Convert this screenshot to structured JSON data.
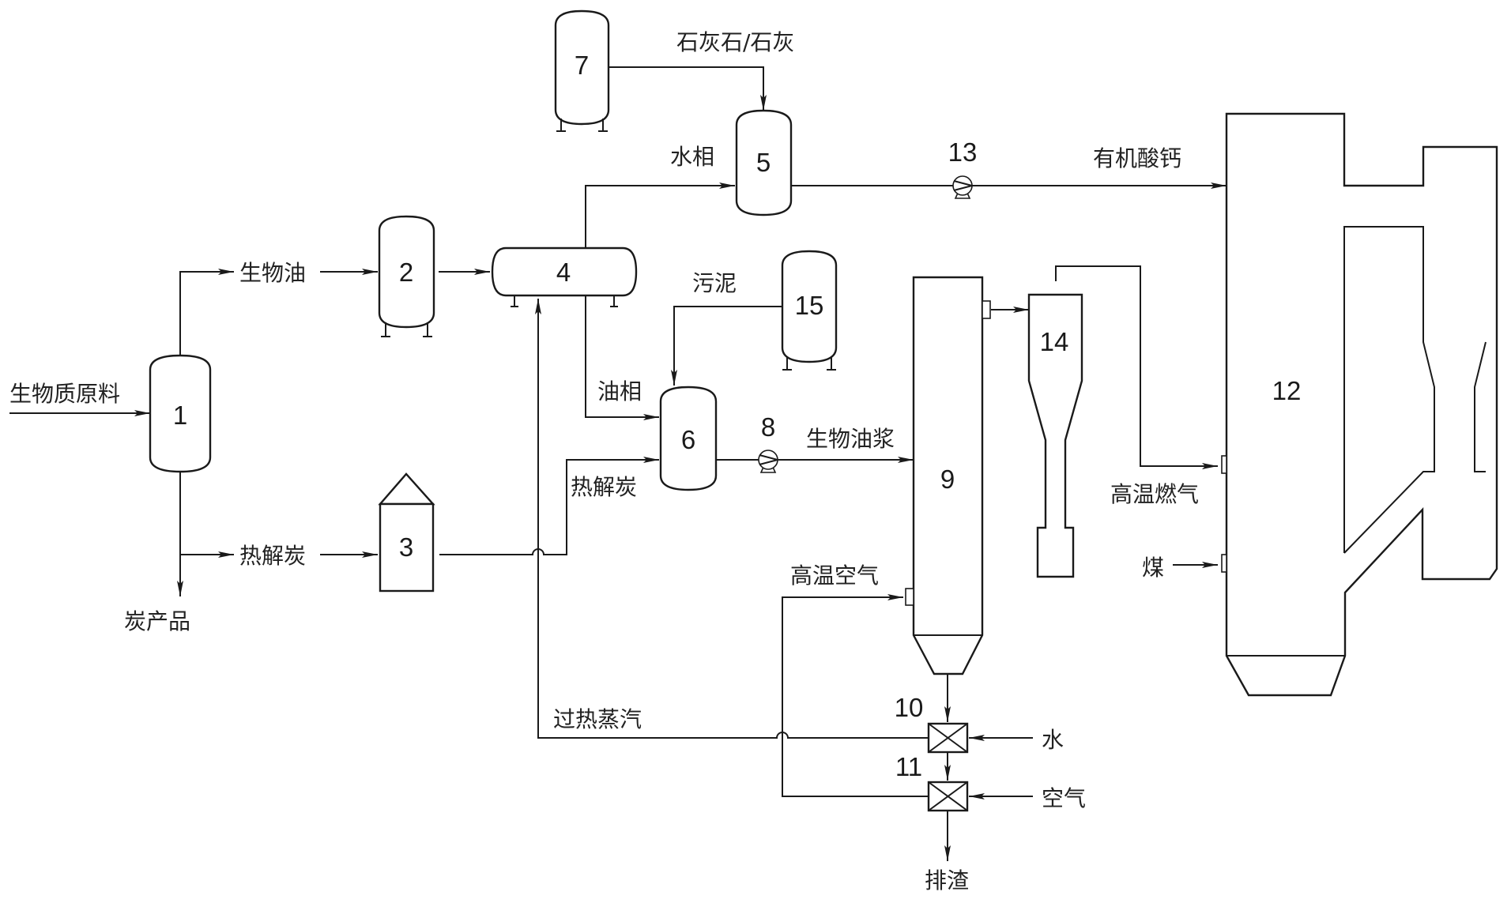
{
  "title": "生物质热解多联产工艺流程图",
  "colors": {
    "line": "#1a1a1a",
    "text": "#222222",
    "background": "#ffffff"
  },
  "equipment": {
    "e1": "1",
    "e2": "2",
    "e3": "3",
    "e4": "4",
    "e5": "5",
    "e6": "6",
    "e7": "7",
    "e8": "8",
    "e9": "9",
    "e10": "10",
    "e11": "11",
    "e12": "12",
    "e13": "13",
    "e14": "14",
    "e15": "15"
  },
  "streams": {
    "biomass_feed": "生物质原料",
    "bio_oil": "生物油",
    "pyrolysis_char": "热解炭",
    "char_product": "炭产品",
    "limestone_lime": "石灰石/石灰",
    "water_phase": "水相",
    "calcium_organate": "有机酸钙",
    "sludge": "污泥",
    "oil_phase": "油相",
    "pyrolysis_char_to_6": "热解炭",
    "bio_oil_slurry": "生物油浆",
    "hot_gas": "高温燃气",
    "coal": "煤",
    "hot_air": "高温空气",
    "superheated_steam": "过热蒸汽",
    "water": "水",
    "air": "空气",
    "slag_discharge": "排渣"
  }
}
